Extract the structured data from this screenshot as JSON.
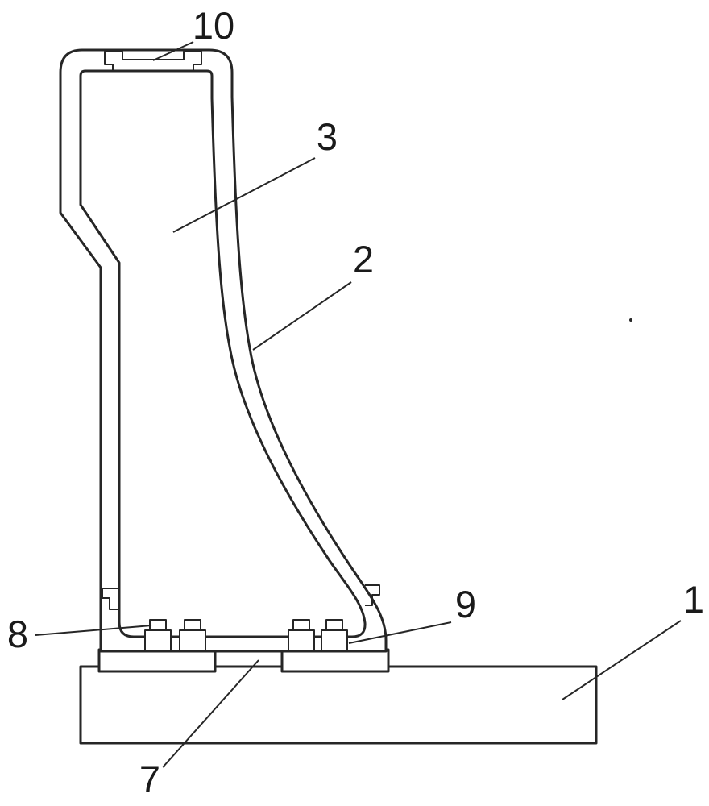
{
  "diagram": {
    "background_color": "#ffffff",
    "line_color": "#262626",
    "labels": {
      "n10": "10",
      "n3": "3",
      "n2": "2",
      "n8": "8",
      "n9": "9",
      "n7": "7",
      "n1": "1"
    }
  }
}
